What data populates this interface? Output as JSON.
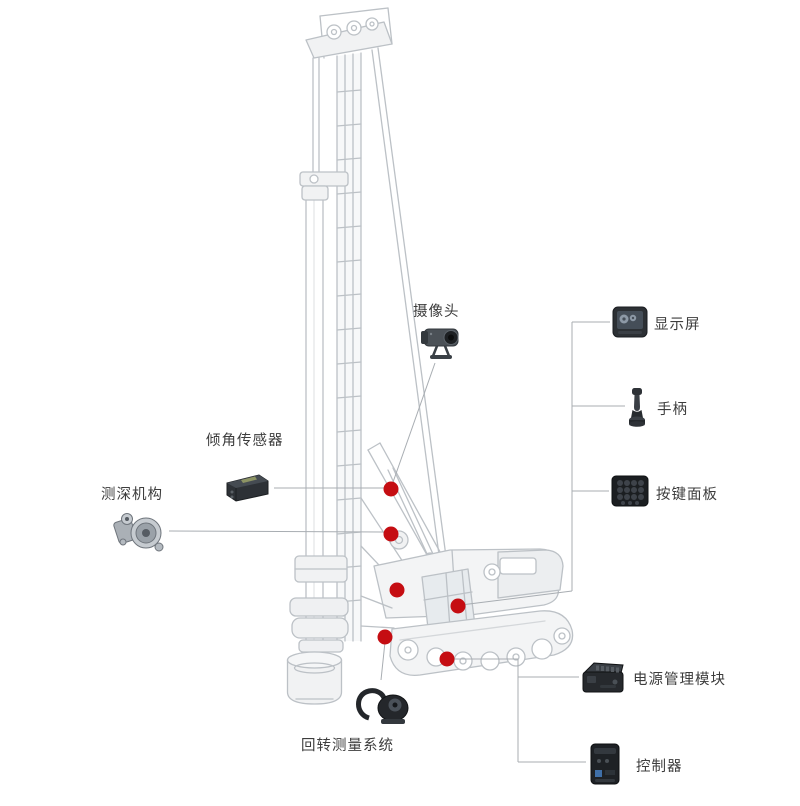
{
  "colors": {
    "background": "#ffffff",
    "callout_dot": "#c50d12",
    "connector_line": "#a8adb2",
    "label_text": "#3d3d3d",
    "illustration_line": "#bcc1c6"
  },
  "components": [
    {
      "id": "camera",
      "label": "摄像头",
      "icon": "camera-icon"
    },
    {
      "id": "display",
      "label": "显示屏",
      "icon": "display-icon"
    },
    {
      "id": "handle",
      "label": "手柄",
      "icon": "joystick-icon"
    },
    {
      "id": "keypad",
      "label": "按键面板",
      "icon": "keypad-icon"
    },
    {
      "id": "tilt-sensor",
      "label": "倾角传感器",
      "icon": "tilt-sensor-icon"
    },
    {
      "id": "depth-mechanism",
      "label": "测深机构",
      "icon": "pulley-icon"
    },
    {
      "id": "power-module",
      "label": "电源管理模块",
      "icon": "power-module-icon"
    },
    {
      "id": "controller",
      "label": "控制器",
      "icon": "controller-icon"
    },
    {
      "id": "rotary-system",
      "label": "回转测量系统",
      "icon": "rotary-encoder-icon"
    }
  ]
}
